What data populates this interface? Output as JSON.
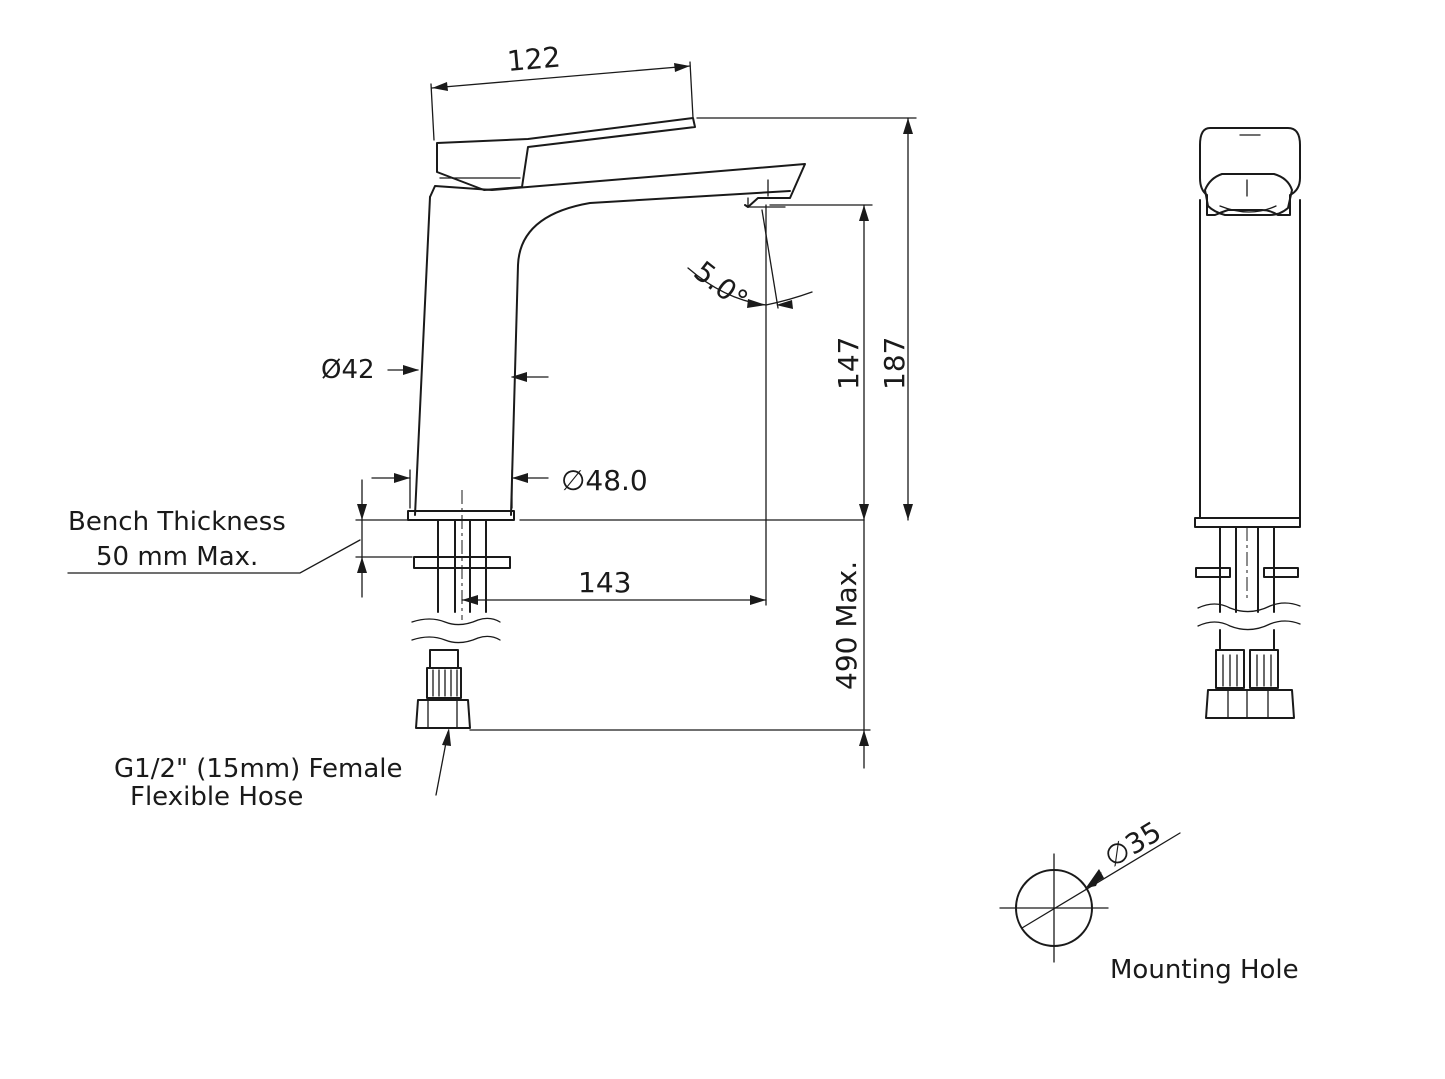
{
  "dimensions": {
    "handle_length": "122",
    "spout_angle": "5.0°",
    "body_diameter_top": "Ø42",
    "body_diameter_base": "∅48.0",
    "spout_height": "147",
    "overall_height": "187",
    "spout_reach": "143",
    "hose_length": "490 Max.",
    "mounting_hole": "∅35"
  },
  "notes": {
    "bench_line1": "Bench Thickness",
    "bench_line2": "50 mm  Max.",
    "hose_line1": "G1/2\" (15mm) Female",
    "hose_line2": "Flexible Hose",
    "mounting_hole_label": "Mounting Hole"
  }
}
